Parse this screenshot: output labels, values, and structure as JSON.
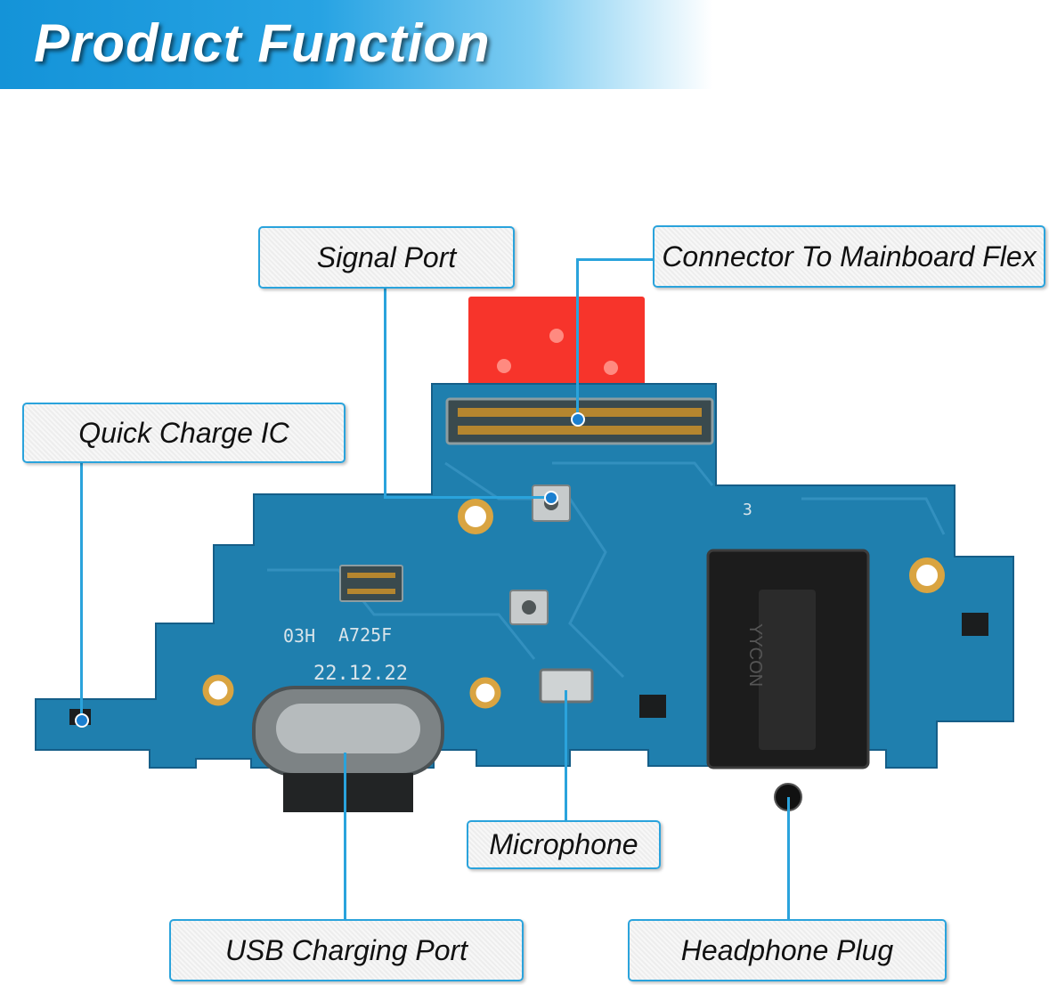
{
  "banner": {
    "title": "Product Function"
  },
  "board": {
    "silkscreen_model": "A725F",
    "silkscreen_code": "03H",
    "silkscreen_date": "22.12.22",
    "silkscreen_mark": "3",
    "jack_text": "YYCON"
  },
  "labels": {
    "signal_port": "Signal Port",
    "connector_mainboard_flex": "Connector To Mainboard Flex",
    "quick_charge_ic": "Quick Charge IC",
    "microphone": "Microphone",
    "usb_charging_port": "USB Charging Port",
    "headphone_plug": "Headphone Plug"
  },
  "colors": {
    "accent": "#2aa3dc",
    "pcb": "#1f7fae",
    "flex_tab": "#f7342b"
  }
}
